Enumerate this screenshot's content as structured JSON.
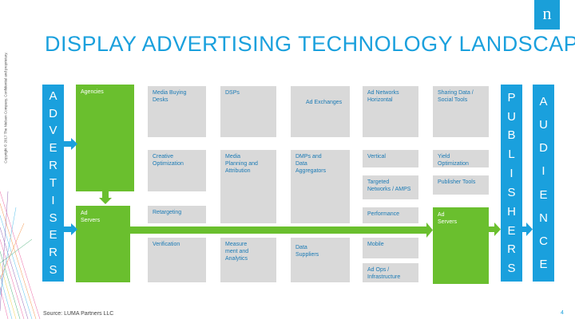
{
  "copyright": "Copyright © 2017 The Nielsen Company. Confidential and proprietary.",
  "logo_letter": "n",
  "title": "DISPLAY ADVERTISING TECHNOLOGY LANDSCAPE",
  "advertisers_letters": [
    "A",
    "D",
    "V",
    "E",
    "R",
    "T",
    "I",
    "S",
    "E",
    "R",
    "S"
  ],
  "publishers_letters": [
    "P",
    "U",
    "B",
    "L",
    "I",
    "S",
    "H",
    "E",
    "R",
    "S"
  ],
  "audience_letters": [
    "A",
    "U",
    "D",
    "I",
    "E",
    "N",
    "C",
    "E"
  ],
  "green": {
    "agencies": "Agencies",
    "ad_servers_left": "Ad\nServers",
    "ad_servers_right": "Ad\nServers"
  },
  "boxes": {
    "media_buying_desks": "Media Buying\nDesks",
    "creative_optimization": "Creative\nOptimization",
    "retargeting": "Retargeting",
    "verification": "Verification",
    "dsps": "DSPs",
    "media_planning": "Media\nPlanning and\nAttribution",
    "measurement": "Measure\nment and\nAnalytics",
    "ad_exchanges": "Ad Exchanges",
    "dmps": "DMPs and\nData\nAggregators",
    "data_suppliers": "Data\nSuppliers",
    "ad_networks_horizontal": "Ad Networks\nHorizontal",
    "vertical": "Vertical",
    "targeted_networks": "Targeted\nNetworks / AMPS",
    "performance": "Performance",
    "mobile": "Mobile",
    "ad_ops": "Ad Ops /\nInfrastructure",
    "sharing_data": "Sharing Data /\nSocial Tools",
    "yield_optimization": "Yield\nOptimization",
    "publisher_tools": "Publisher Tools"
  },
  "source": "Source: LUMA Partners LLC",
  "page_number": "4",
  "colors": {
    "blue": "#1aa0dd",
    "green": "#6abf2e",
    "box_gray": "#d9d9d9",
    "box_text": "#1a7ab5"
  }
}
